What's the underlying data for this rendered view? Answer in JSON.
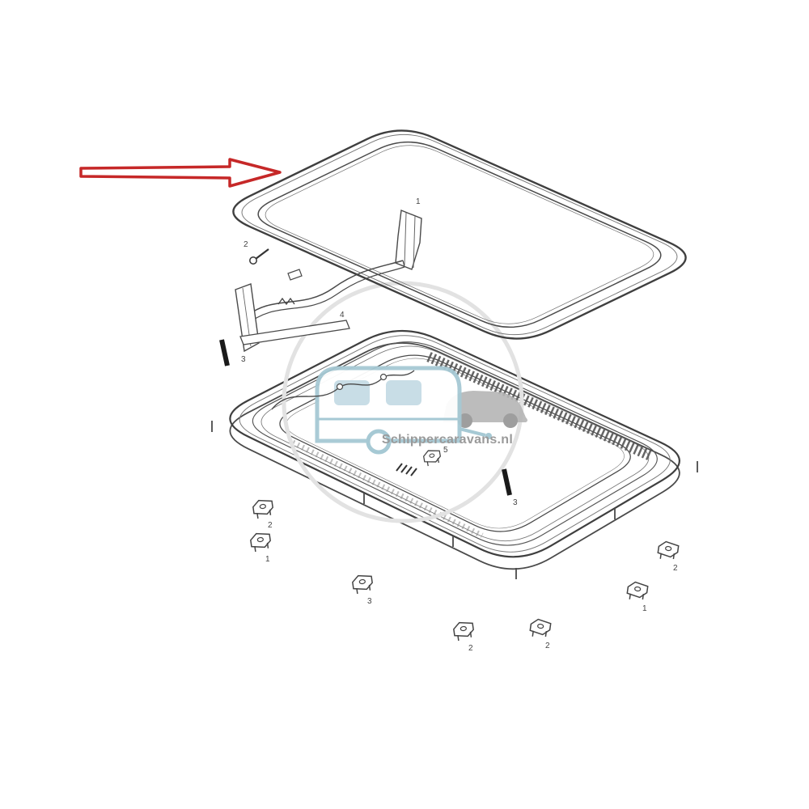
{
  "watermark": {
    "text": "Schippercaravans.nl",
    "caravan_icon": "caravan-with-tow-car-icon",
    "blue": "#a6c9d4",
    "gray": "#b5b5b5",
    "text_gray": "#9a9a9a",
    "circle_gray": "#e2e2e2"
  },
  "arrow": {
    "name": "part-indicator-arrow",
    "color": "#c62828"
  },
  "diagram": {
    "line_color": "#4a4a4a",
    "light_line_color": "#777777"
  },
  "parts": [
    {
      "label": "1"
    },
    {
      "label": "2"
    },
    {
      "label": "4"
    },
    {
      "label": "3"
    },
    {
      "label": "5"
    },
    {
      "label": "3"
    },
    {
      "label": "2"
    },
    {
      "label": "1"
    },
    {
      "label": "3"
    },
    {
      "label": "2"
    },
    {
      "label": "2"
    },
    {
      "label": "1"
    },
    {
      "label": "2"
    }
  ]
}
